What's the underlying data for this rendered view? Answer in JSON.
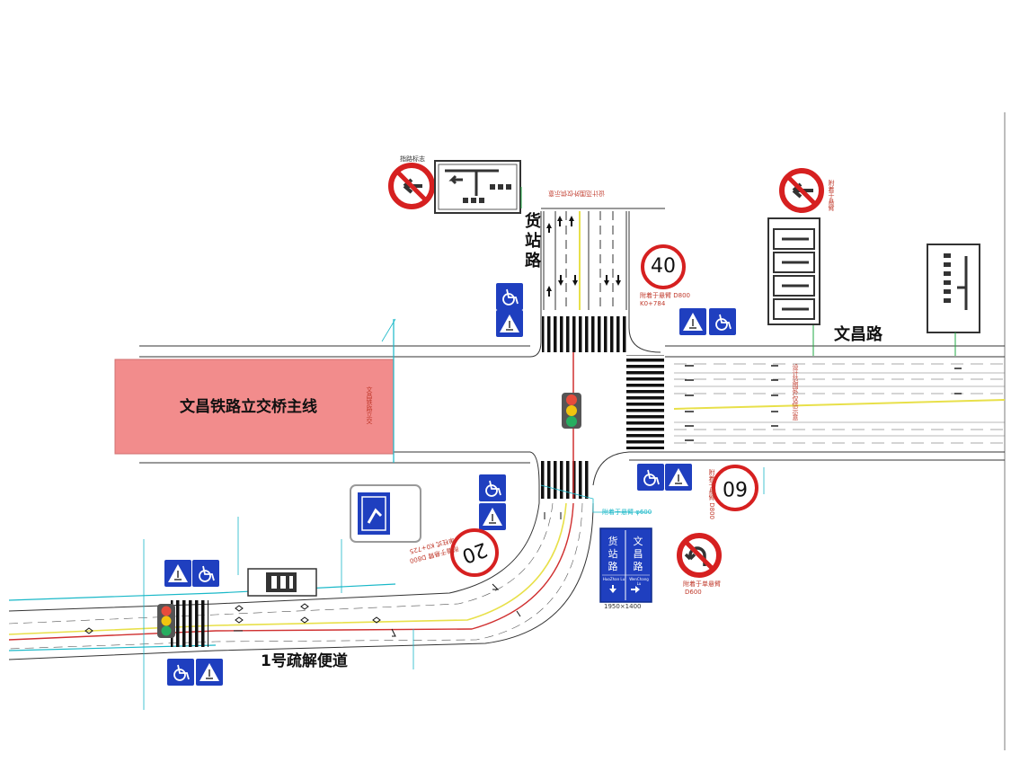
{
  "labels": {
    "huozhan_road": "货站路",
    "wenchang_road": "文昌路",
    "bridge_main": "文昌铁路立交桥主线",
    "detour_1": "1号疏解便道"
  },
  "speed_limits": [
    "40",
    "60",
    "20"
  ],
  "guide_sign": {
    "left_name": "货站路",
    "left_pinyin": "HuoZhan Lu",
    "right_name": "文昌路",
    "right_pinyin": "WenChang Lu",
    "caption": "1950×1400"
  },
  "notes": {
    "guide_vertical": "设计范围外仅供示意",
    "guide_vertical_2": "设计范围外仅供示意",
    "sign_40_a": "附着于悬臂 D800",
    "sign_40_b": "K0+784",
    "sign_60": "附着于悬臂 D800",
    "sign_20_a": "附着于悬臂 D800",
    "sign_20_b": "单柱式 K0+725",
    "noleft_right": "附着于悬臂",
    "noleft_mid": "附着于单悬臂",
    "noleft_mid_b": "D600",
    "bridge_side": "文昌铁路立交",
    "guide_top": "附着于悬臂 φ600",
    "guide_id": "指路标志"
  },
  "colors": {
    "bridge_fill": "#f28c8c",
    "sign_blue": "#1f3fbf",
    "prohibit_red": "#d62020",
    "line_yellow": "#e8e04a",
    "line_red": "#d03030",
    "line_cyan": "#19b8c8"
  },
  "icons": [
    "traffic-light-icon",
    "pedestrian-crossing-icon",
    "wheelchair-icon",
    "no-left-turn-icon",
    "speed-limit-icon"
  ]
}
